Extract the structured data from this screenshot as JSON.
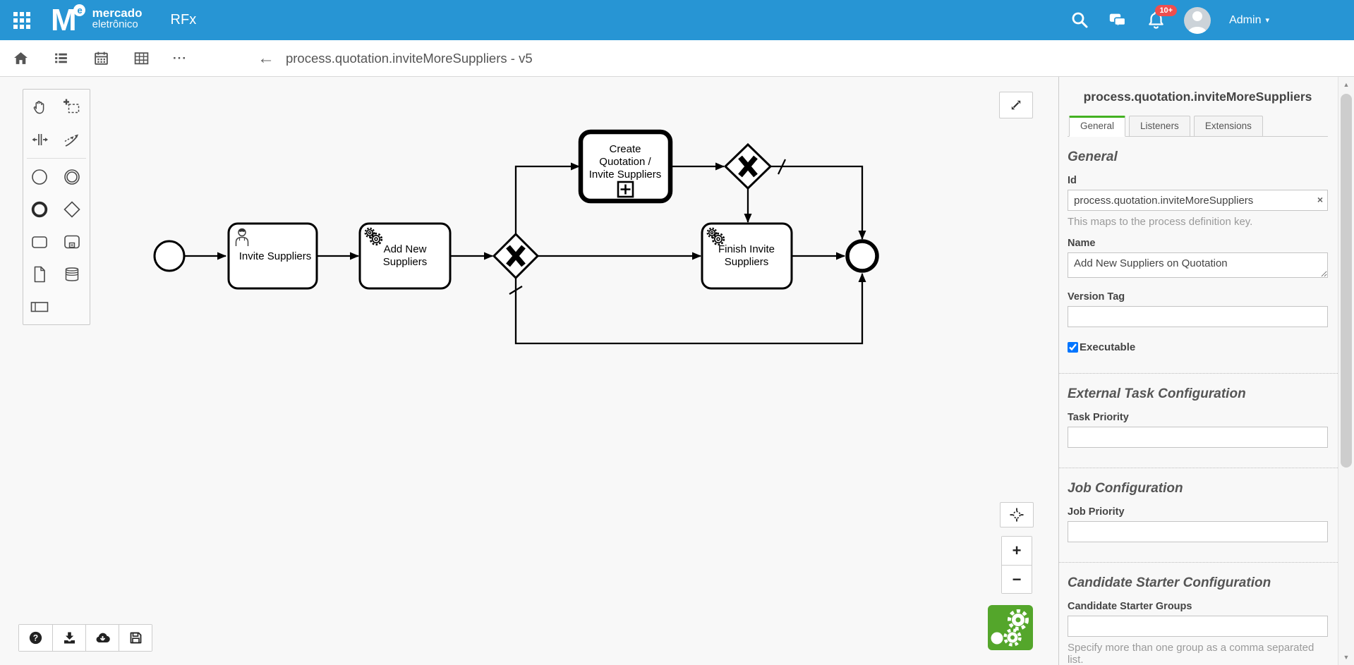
{
  "colors": {
    "navbar_blue": "#2795d4",
    "badge_red": "#ef4e4e",
    "tab_active_green": "#43b121",
    "camunda_green": "#54a62b"
  },
  "navbar": {
    "logo_letter": "M",
    "logo_superscript": "e",
    "brand_top": "mercado",
    "brand_bottom": "eletrônico",
    "module": "RFx",
    "notification_count": "10+",
    "user_name": "Admin",
    "user_caret": "▾"
  },
  "toolbar": {
    "ellipsis": "···",
    "back_arrow": "←",
    "title": "process.quotation.inviteMoreSuppliers - v5"
  },
  "diagram": {
    "task_invite": "Invite Suppliers",
    "task_add_line1": "Add New",
    "task_add_line2": "Suppliers",
    "call_line1": "Create",
    "call_line2": "Quotation /",
    "call_line3": "Invite Suppliers",
    "task_finish_line1": "Finish Invite",
    "task_finish_line2": "Suppliers"
  },
  "canvas_controls": {
    "zoom_in": "+",
    "zoom_out": "−"
  },
  "scrollbar": {
    "up": "▲",
    "down": "▼"
  },
  "panel": {
    "title": "process.quotation.inviteMoreSuppliers",
    "tabs": [
      {
        "label": "General"
      },
      {
        "label": "Listeners"
      },
      {
        "label": "Extensions"
      }
    ],
    "general": {
      "heading": "General",
      "id_label": "Id",
      "id_value": "process.quotation.inviteMoreSuppliers",
      "id_clear": "×",
      "id_help": "This maps to the process definition key.",
      "name_label": "Name",
      "name_value": "Add New Suppliers on Quotation",
      "version_label": "Version Tag",
      "executable_label": "Executable",
      "executable_checked": true
    },
    "external_task": {
      "heading": "External Task Configuration",
      "task_priority_label": "Task Priority"
    },
    "job": {
      "heading": "Job Configuration",
      "job_priority_label": "Job Priority"
    },
    "candidate": {
      "heading": "Candidate Starter Configuration",
      "groups_label": "Candidate Starter Groups",
      "groups_help": "Specify more than one group as a comma separated list."
    }
  }
}
